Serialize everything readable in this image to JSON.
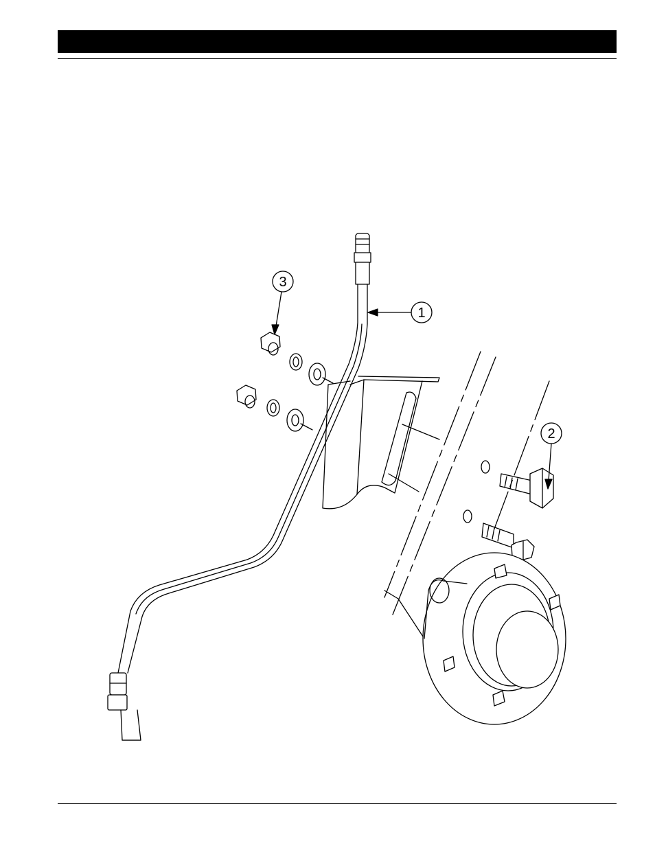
{
  "header": {
    "bar_color": "#000000"
  },
  "diagram": {
    "callouts": [
      {
        "id": "callout-1",
        "label": "1"
      },
      {
        "id": "callout-2",
        "label": "2"
      },
      {
        "id": "callout-3",
        "label": "3"
      }
    ]
  }
}
